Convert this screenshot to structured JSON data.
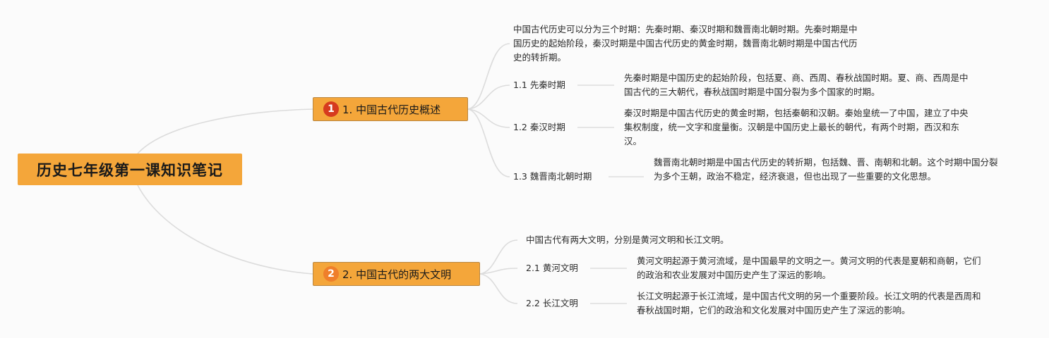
{
  "root": {
    "title": "历史七年级第一课知识笔记"
  },
  "branch1": {
    "number": "1",
    "label": "1. 中国古代历史概述",
    "summary": "中国古代历史可以分为三个时期：先秦时期、秦汉时期和魏晋南北朝时期。先秦时期是中国历史的起始阶段，秦汉时期是中国古代历史的黄金时期，魏晋南北朝时期是中国古代历史的转折期。",
    "items": [
      {
        "label": "1.1 先秦时期",
        "detail": "先秦时期是中国历史的起始阶段，包括夏、商、西周、春秋战国时期。夏、商、西周是中国古代的三大朝代，春秋战国时期是中国分裂为多个国家的时期。"
      },
      {
        "label": "1.2 秦汉时期",
        "detail": "秦汉时期是中国古代历史的黄金时期，包括秦朝和汉朝。秦始皇统一了中国，建立了中央集权制度，统一文字和度量衡。汉朝是中国历史上最长的朝代，有两个时期，西汉和东汉。"
      },
      {
        "label": "1.3 魏晋南北朝时期",
        "detail": "魏晋南北朝时期是中国古代历史的转折期，包括魏、晋、南朝和北朝。这个时期中国分裂为多个王朝，政治不稳定，经济衰退，但也出现了一些重要的文化思想。"
      }
    ]
  },
  "branch2": {
    "number": "2",
    "label": "2. 中国古代的两大文明",
    "summary": "中国古代有两大文明，分别是黄河文明和长江文明。",
    "items": [
      {
        "label": "2.1 黄河文明",
        "detail": "黄河文明起源于黄河流域，是中国最早的文明之一。黄河文明的代表是夏朝和商朝，它们的政治和农业发展对中国历史产生了深远的影响。"
      },
      {
        "label": "2.2 长江文明",
        "detail": "长江文明起源于长江流域，是中国古代文明的另一个重要阶段。长江文明的代表是西周和春秋战国时期，它们的政治和文化发展对中国历史产生了深远的影响。"
      }
    ]
  }
}
